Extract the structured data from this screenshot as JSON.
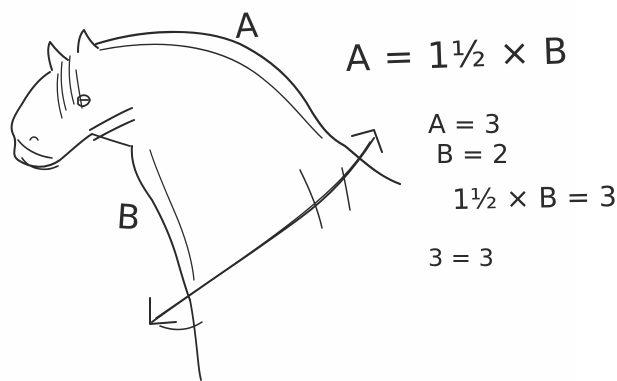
{
  "labels": {
    "top_segment": "A",
    "left_segment": "B"
  },
  "equations": {
    "main": "A = 1½ × B",
    "line1": "A = 3",
    "line2": "B = 2",
    "line3": "1½ × B = 3",
    "line4": "3 = 3"
  },
  "colors": {
    "ink": "#2a2a2a",
    "paper": "#fefefe"
  }
}
